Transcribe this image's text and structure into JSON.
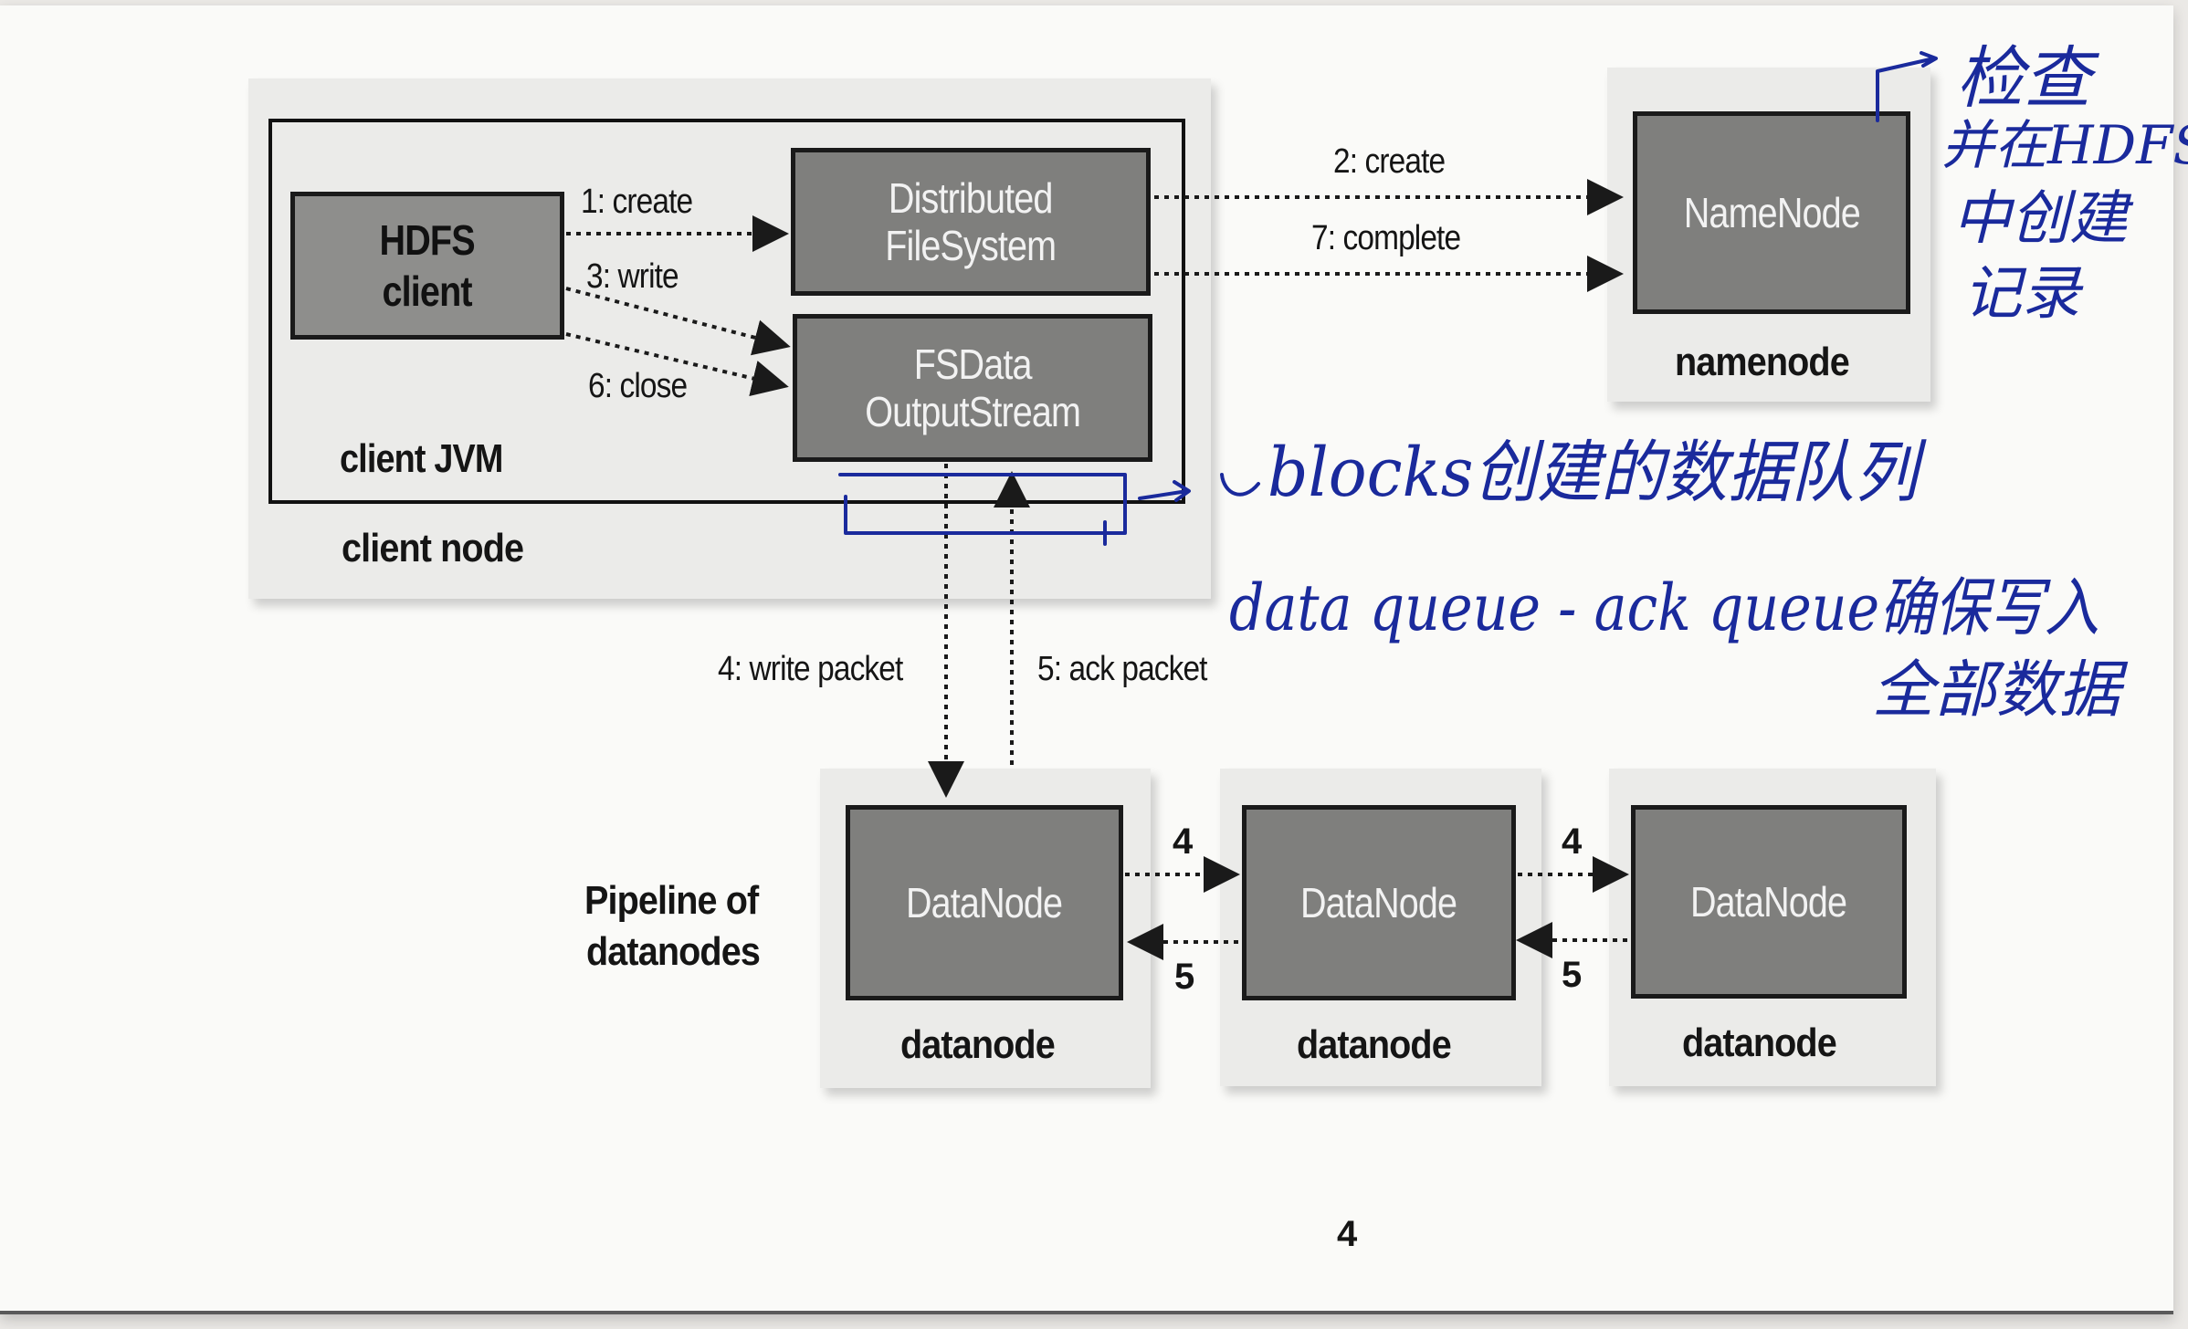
{
  "client_node": {
    "label": "client node",
    "jvm_label": "client JVM",
    "hdfs_client": [
      "HDFS",
      "client"
    ],
    "distributed_fs": [
      "Distributed",
      "FileSystem"
    ],
    "fsdata_stream": [
      "FSData",
      "OutputStream"
    ]
  },
  "namenode": {
    "box": "NameNode",
    "label": "namenode"
  },
  "arrows": {
    "create_1": "1: create",
    "write_3": "3: write",
    "close_6": "6: close",
    "create_2": "2: create",
    "complete_7": "7: complete",
    "write_packet_4": "4: write packet",
    "ack_packet_5": "5: ack packet",
    "pipe_write_a": "4",
    "pipe_ack_a": "5",
    "pipe_write_b": "4",
    "pipe_ack_b": "5"
  },
  "pipeline": {
    "label_line1": "Pipeline of",
    "label_line2": "datanodes",
    "datanodes": [
      {
        "box": "DataNode",
        "label": "datanode"
      },
      {
        "box": "DataNode",
        "label": "datanode"
      },
      {
        "box": "DataNode",
        "label": "datanode"
      }
    ]
  },
  "figure_number": "4",
  "handwritten": {
    "namenode_note": [
      "检查",
      "并在HDFS",
      "中创建",
      "记录"
    ],
    "blocks_note": "blocks创建的数据队列",
    "queue_note": "data queue - ack queue确保写入",
    "queue_note_2": "全部数据"
  }
}
